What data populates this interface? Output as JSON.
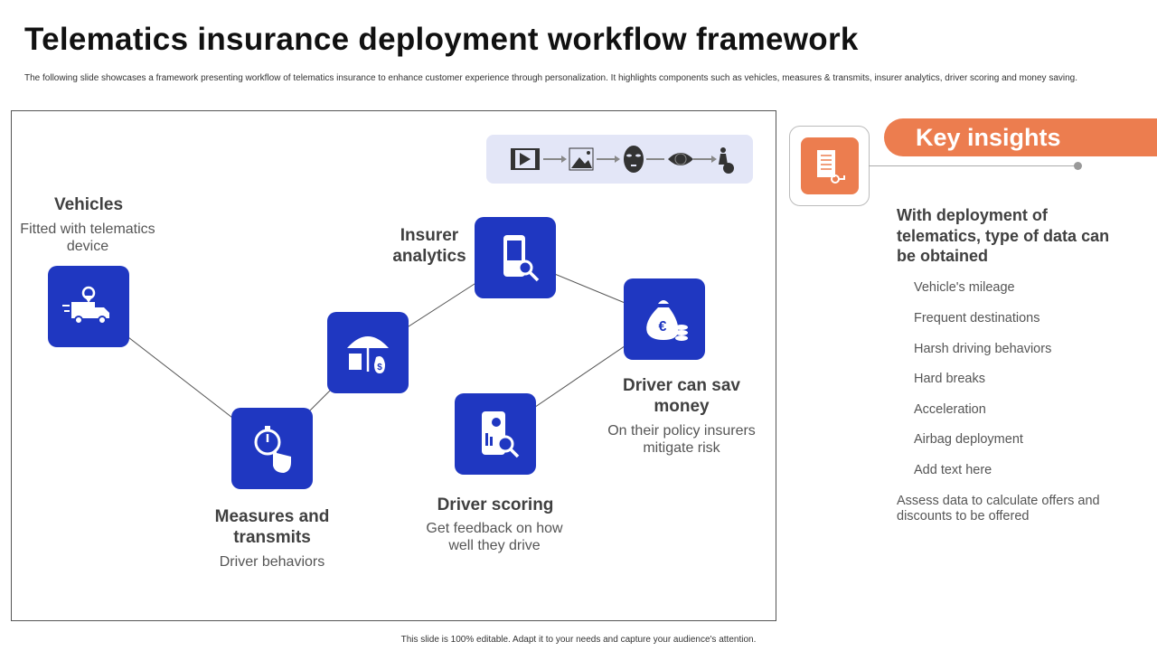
{
  "title": "Telematics insurance deployment workflow framework",
  "subtitle": "The following slide showcases a framework presenting workflow of telematics insurance to enhance customer experience through personalization. It highlights components such as vehicles, measures & transmits, insurer analytics, driver scoring and money saving.",
  "workflow": {
    "vehicles": {
      "title": "Vehicles",
      "desc": "Fitted with telematics device"
    },
    "measures": {
      "title": "Measures and transmits",
      "desc": "Driver behaviors"
    },
    "insurer": {
      "title": "Insurer analytics"
    },
    "scoring": {
      "title": "Driver scoring",
      "desc": "Get feedback on how well they drive"
    },
    "money": {
      "title": "Driver can sav money",
      "desc": "On their policy insurers mitigate risk"
    }
  },
  "icon_strip": [
    "video-icon",
    "image-icon",
    "face-mask-icon",
    "eye-icon",
    "hand-touch-icon"
  ],
  "insights": {
    "heading": "Key insights",
    "subheading": "With deployment of telematics, type of data can be obtained",
    "items": [
      "Vehicle's mileage",
      "Frequent destinations",
      "Harsh driving behaviors",
      "Hard breaks",
      "Acceleration",
      "Airbag deployment",
      "Add text here"
    ],
    "footer": "Assess data to calculate offers and discounts to be offered"
  },
  "footer": "This slide is 100% editable. Adapt it to your needs and capture your audience's attention.",
  "colors": {
    "blue": "#1f37c1",
    "orange": "#ec7d4f"
  }
}
